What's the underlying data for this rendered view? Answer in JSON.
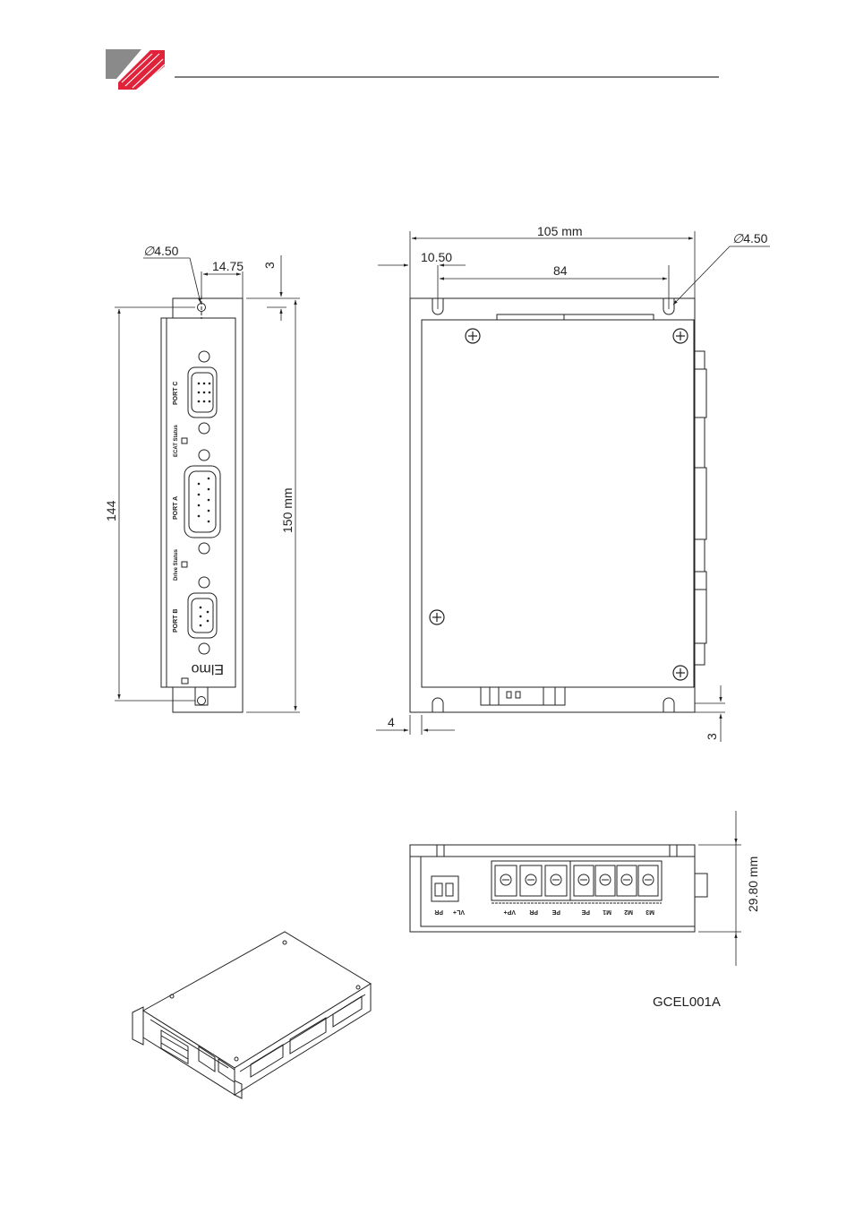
{
  "header": {
    "logo": "elmo-logo-icon"
  },
  "side_view": {
    "hole_dia": "4.50",
    "hole_offset": "14.75",
    "top_gap": "3",
    "hole_spacing": "144",
    "height": "150 mm",
    "ports": [
      "PORT C",
      "PORT A",
      "PORT B"
    ],
    "leds": [
      "ECAT Status",
      "Drive Status"
    ],
    "brand": "Elmo"
  },
  "front_view": {
    "width": "105 mm",
    "hole_offset": "10.50",
    "hole_spacing": "84",
    "hole_dia": "4.50",
    "side_offset": "4",
    "bottom_gap": "3"
  },
  "bottom_view": {
    "height": "29.80 mm",
    "pins": [
      "PR",
      "VL+",
      "VP+",
      "PR",
      "PE",
      "PE",
      "M1",
      "M2",
      "M3"
    ]
  },
  "drawing_code": "GCEL001A",
  "colors": {
    "accent": "#e0223a",
    "logo_gray": "#8a8a8a",
    "line": "#222222"
  }
}
